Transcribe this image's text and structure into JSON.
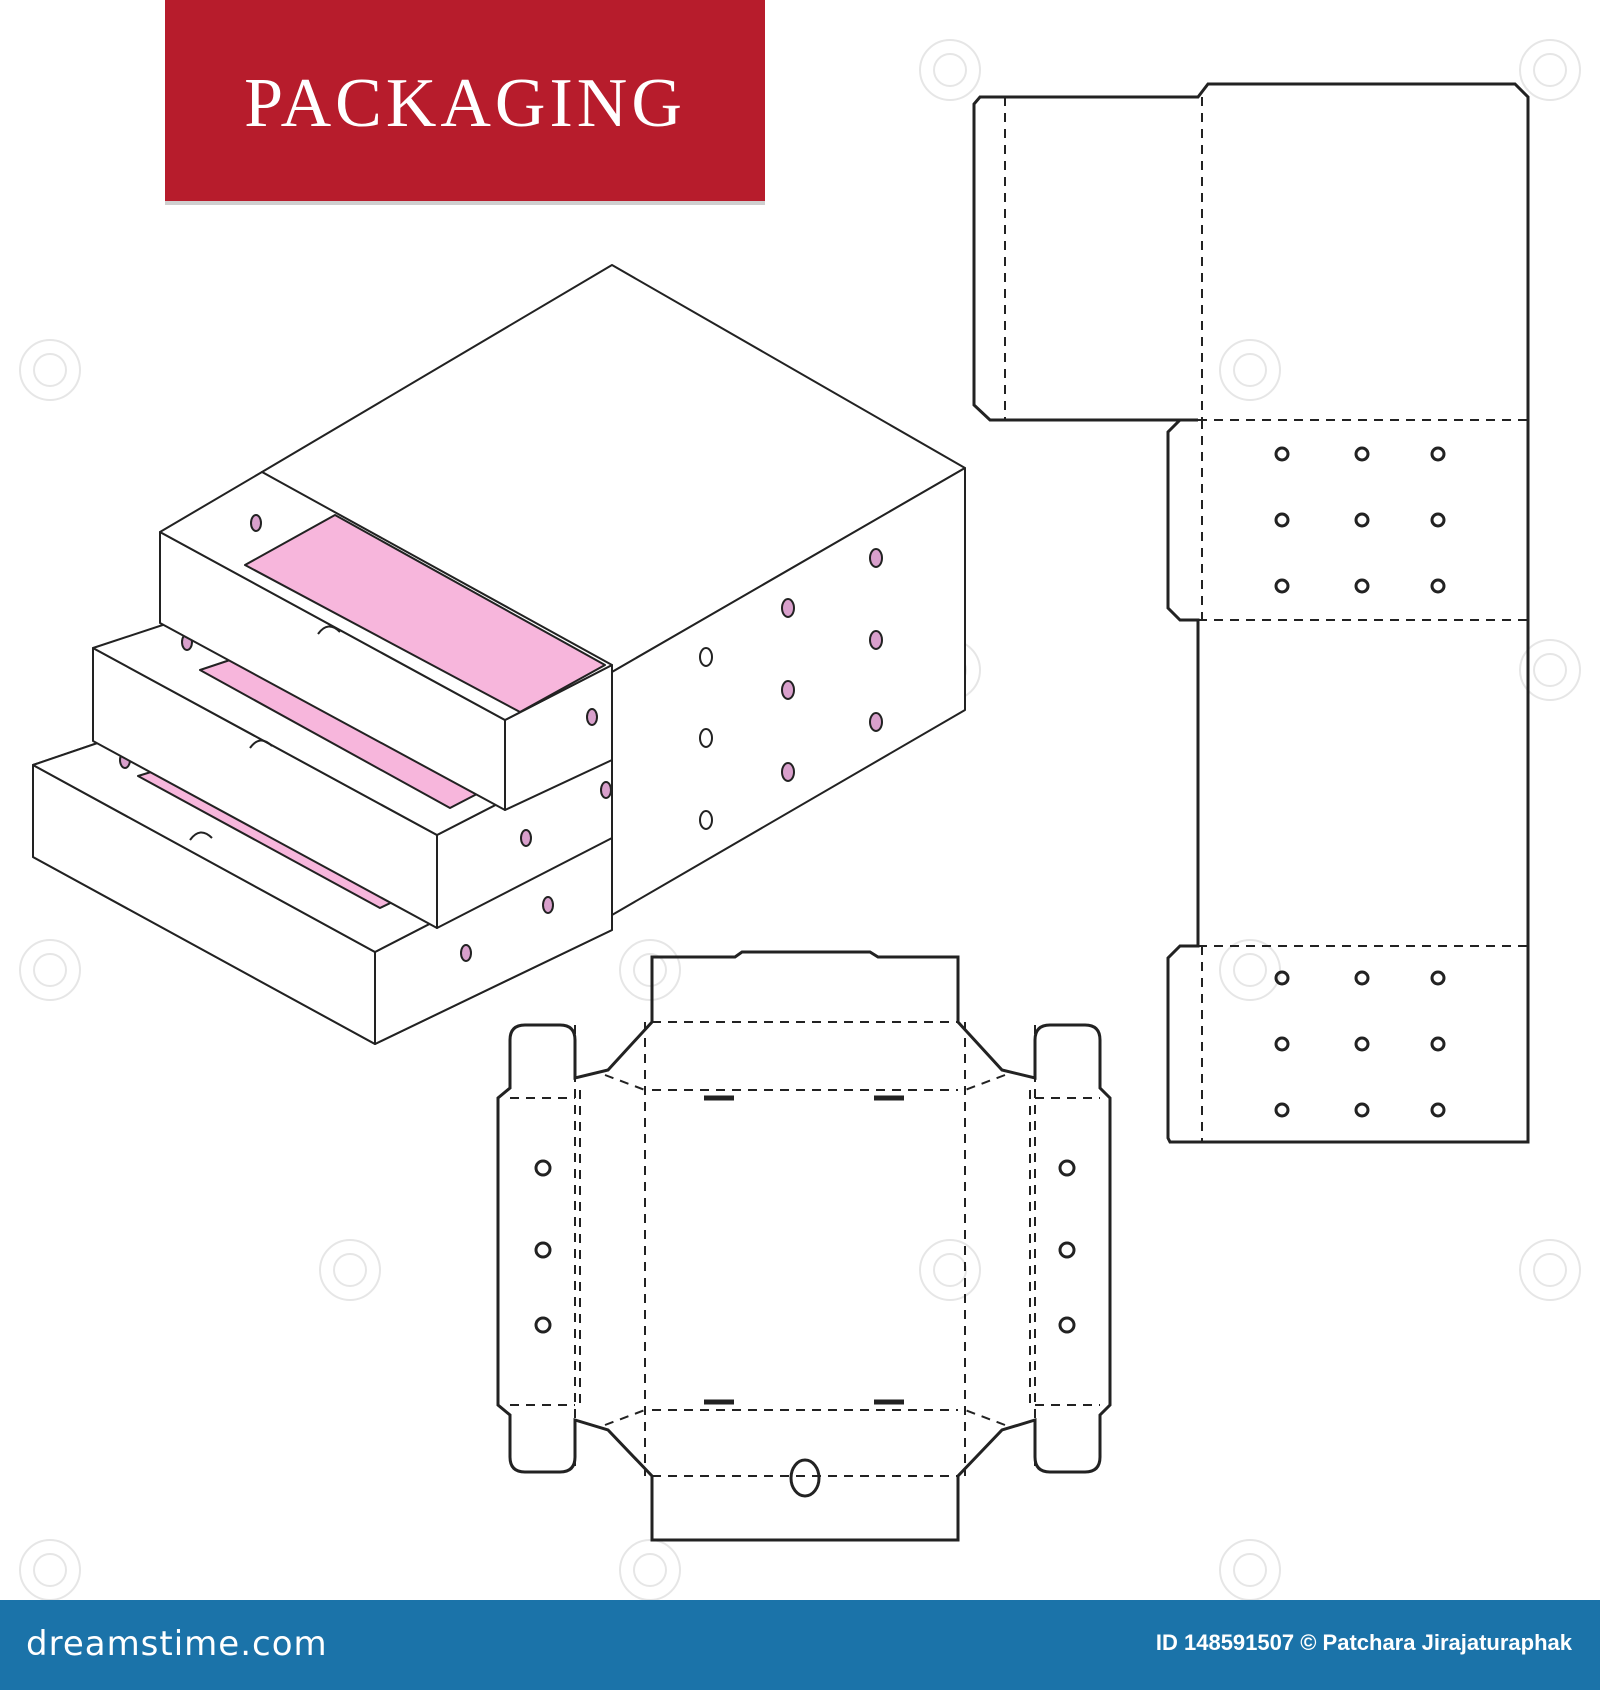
{
  "banner": {
    "title": "PACKAGING",
    "color": "#b71c2c"
  },
  "footer": {
    "logo": "dreamstime.com",
    "credit": "ID 148591507 © Patchara Jirajaturaphak",
    "color": "#1b73a9"
  },
  "colors": {
    "stroke": "#222222",
    "drawer_fill": "#f7b6dc",
    "hole_fill": "#d9a0cc"
  }
}
